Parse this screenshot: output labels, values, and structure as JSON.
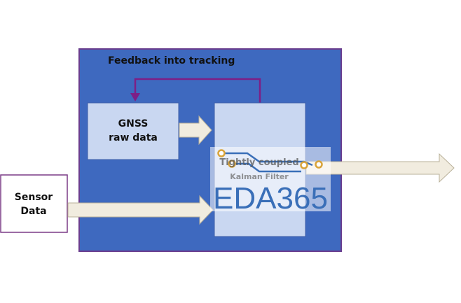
{
  "diagram": {
    "feedback_label": "Feedback into tracking",
    "gnss_box": {
      "line1": "GNSS",
      "line2": "raw data"
    },
    "sensor_box": {
      "line1": "Sensor",
      "line2": "Data"
    },
    "filter_box": {
      "line1": "Tightly coupled",
      "line2": "Kalman Filter"
    }
  },
  "watermark": {
    "text": "EDA365"
  },
  "colors": {
    "outer_block": "#3e69bf",
    "outer_block_border": "#6a3d8e",
    "inner_box": "#c9d7f1",
    "arrow_fill": "#f1ecdf",
    "feedback_line": "#7d1f86",
    "sensor_border": "#7a3a86",
    "watermark_blue": "#3a6fb8",
    "watermark_gold": "#d9a43a"
  }
}
